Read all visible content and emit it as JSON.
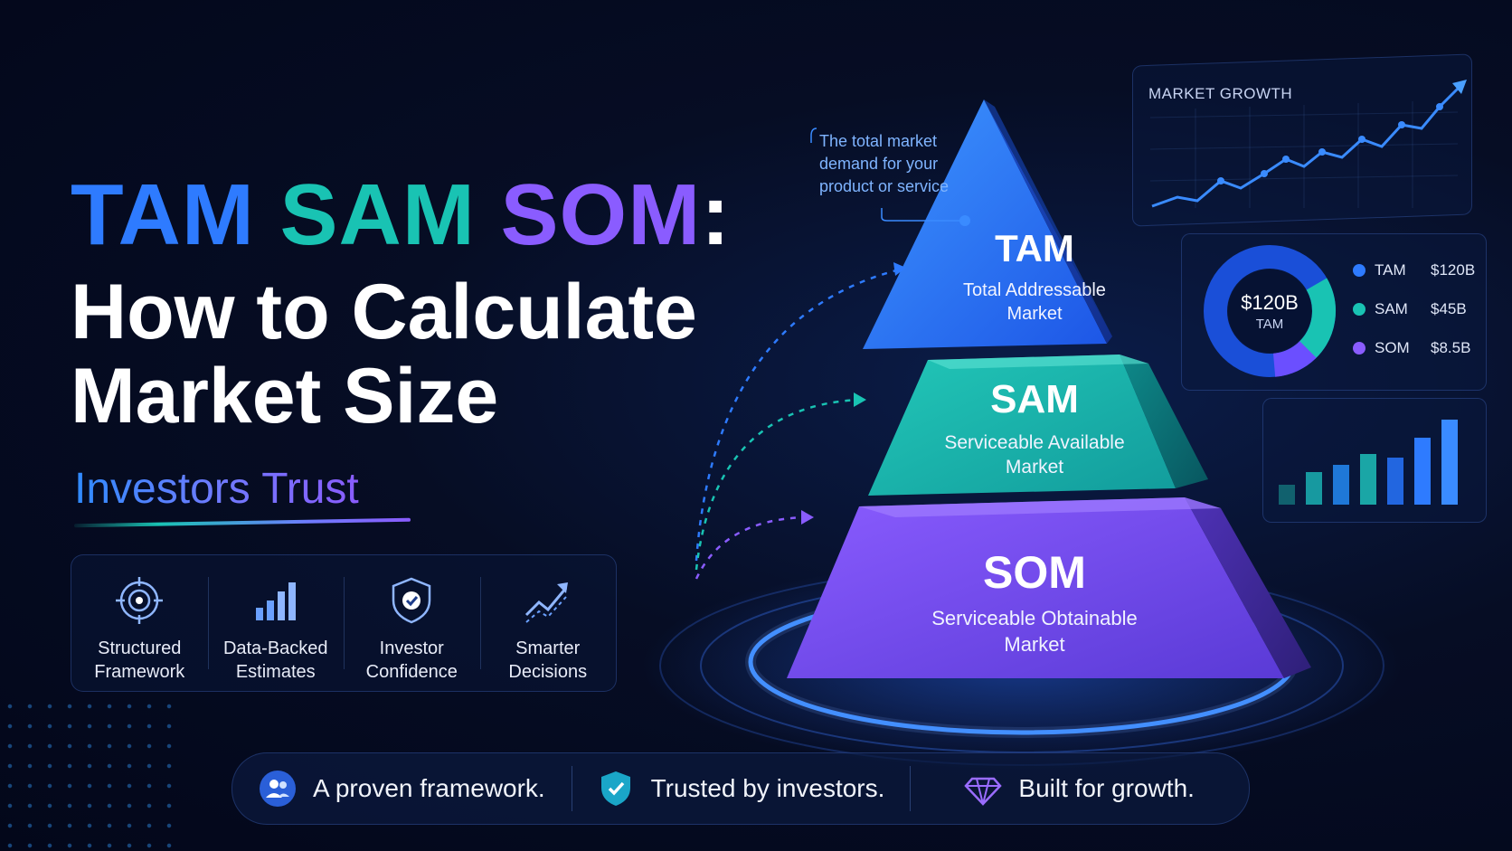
{
  "headline": {
    "word1": "TAM",
    "word2": "SAM",
    "word3": "SOM",
    "colon": ":",
    "line2": "How to Calculate",
    "line3": "Market Size",
    "subtitle": "Investors Trust"
  },
  "features": [
    {
      "label": "Structured\nFramework",
      "icon": "target-icon"
    },
    {
      "label": "Data-Backed\nEstimates",
      "icon": "bar-chart-icon"
    },
    {
      "label": "Investor\nConfidence",
      "icon": "shield-check-icon"
    },
    {
      "label": "Smarter\nDecisions",
      "icon": "trend-up-icon"
    }
  ],
  "pyramid": {
    "tam": {
      "code": "TAM",
      "desc": "Total Addressable\nMarket"
    },
    "sam": {
      "code": "SAM",
      "desc": "Serviceable Available\nMarket"
    },
    "som": {
      "code": "SOM",
      "desc": "Serviceable Obtainable\nMarket"
    }
  },
  "callout": "The total market\ndemand for your\nproduct or service",
  "market_growth": {
    "title": "MARKET GROWTH"
  },
  "donut": {
    "center_value": "$120B",
    "center_label": "TAM",
    "legend": [
      {
        "name": "TAM",
        "value": "$120B",
        "color": "#2e7bff"
      },
      {
        "name": "SAM",
        "value": "$45B",
        "color": "#19c3b3"
      },
      {
        "name": "SOM",
        "value": "$8.5B",
        "color": "#8a5cff"
      }
    ]
  },
  "bottom_bar": [
    {
      "text": "A proven framework.",
      "icon": "users-icon"
    },
    {
      "text": "Trusted by investors.",
      "icon": "shield-icon"
    },
    {
      "text": "Built for growth.",
      "icon": "diamond-icon"
    }
  ],
  "colors": {
    "tam": "#2e7bff",
    "sam": "#19c3b3",
    "som": "#8a5cff",
    "background": "#050b22"
  }
}
